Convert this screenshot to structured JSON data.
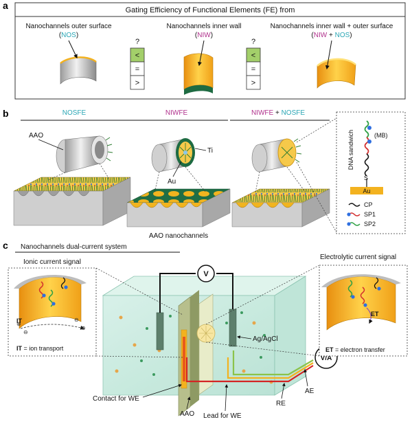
{
  "panel_a": {
    "letter": "a",
    "title": "Gating Efficiency of Functional Elements (FE) from",
    "col1_label": "Nanochannels outer surface",
    "col1_abbr": "NOS",
    "col2_label": "Nanochannels inner wall",
    "col2_abbr": "NIW",
    "col3_label": "Nanochannels inner wall + outer surface",
    "col3_abbr_a": "NIW",
    "col3_plus": " + ",
    "col3_abbr_b": "NOS",
    "question": "?",
    "compare_options": [
      "<",
      "=",
      ">"
    ]
  },
  "panel_b": {
    "letter": "b",
    "col1_title": "NOSFE",
    "col2_title": "NIWFE",
    "col3_title_a": "NIWFE",
    "col3_plus": " + ",
    "col3_title_b": "NOSFE",
    "aao_label": "AAO",
    "ti_label": "Ti",
    "au_label": "Au",
    "bottom_label": "AAO nanochannels",
    "dna_sandwich": "DNA sandwich",
    "mb": "(MB)",
    "s": "S",
    "au_bar": "Au",
    "legend": [
      "CP",
      "SP1",
      "SP2"
    ]
  },
  "panel_c": {
    "letter": "c",
    "title": "Nanochannels dual-current system",
    "ionic_title": "Ionic current signal",
    "electrolytic_title": "Electrolytic current signal",
    "v_label": "V",
    "va_label": "V/A",
    "it_short": "IT",
    "it_def_a": "IT",
    "it_def_b": " = ion transport",
    "et_short": "ET",
    "et_def_a": "ET",
    "et_def_b": " = electron transfer",
    "agagcl": "Ag/AgCl",
    "contact_we": "Contact for WE",
    "aao": "AAO",
    "lead_we": "Lead for WE",
    "re": "RE",
    "ae": "AE"
  },
  "colors": {
    "cyan_text": "#2aa6b5",
    "magenta_text": "#b0308c",
    "gold": "#f3b21f",
    "green_dark": "#1e6b42",
    "compare_green": "#a3cf6a",
    "tank": "#c9ebe0"
  }
}
